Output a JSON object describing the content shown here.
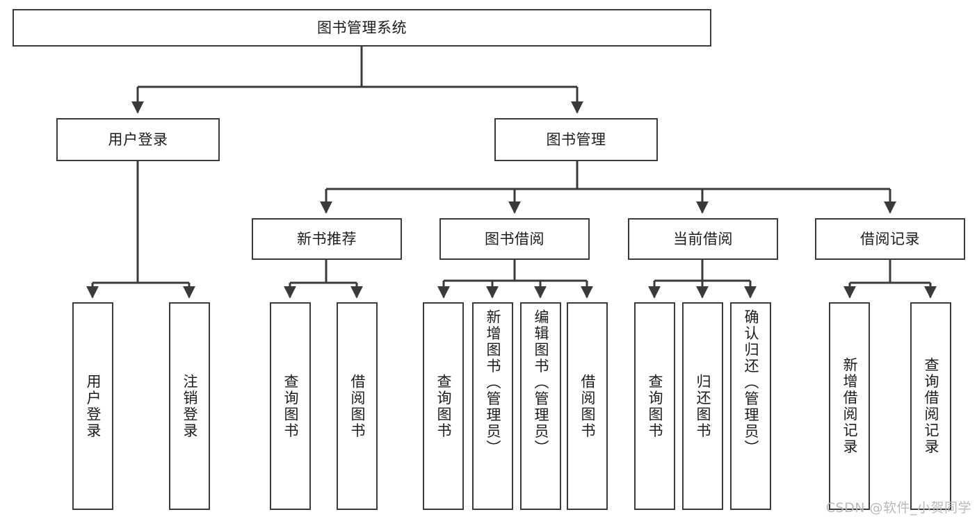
{
  "diagram": {
    "type": "tree",
    "title": "图书管理系统",
    "root": {
      "label": "图书管理系统"
    },
    "level2": [
      {
        "label": "用户登录"
      },
      {
        "label": "图书管理"
      }
    ],
    "level3": [
      {
        "label": "新书推荐"
      },
      {
        "label": "图书借阅"
      },
      {
        "label": "当前借阅"
      },
      {
        "label": "借阅记录"
      }
    ],
    "leaves": {
      "user_login": [
        {
          "label": "用户登录"
        },
        {
          "label": "注销登录"
        }
      ],
      "new_book": [
        {
          "label": "查询图书"
        },
        {
          "label": "借阅图书"
        }
      ],
      "book_borrow": [
        {
          "label": "查询图书"
        },
        {
          "label": "新增图书（管理员）"
        },
        {
          "label": "编辑图书（管理员）"
        },
        {
          "label": "借阅图书"
        }
      ],
      "current_borrow": [
        {
          "label": "查询图书"
        },
        {
          "label": "归还图书"
        },
        {
          "label": "确认归还（管理员）"
        }
      ],
      "borrow_record": [
        {
          "label": "新增借阅记录"
        },
        {
          "label": "查询借阅记录"
        }
      ]
    }
  },
  "watermark": {
    "text": "CSDN @软件_小贺同学"
  },
  "colors": {
    "stroke": "#3a3a3a",
    "fill": "#ffffff",
    "text": "#1c1c1c",
    "watermark": "#b9b9b9"
  }
}
